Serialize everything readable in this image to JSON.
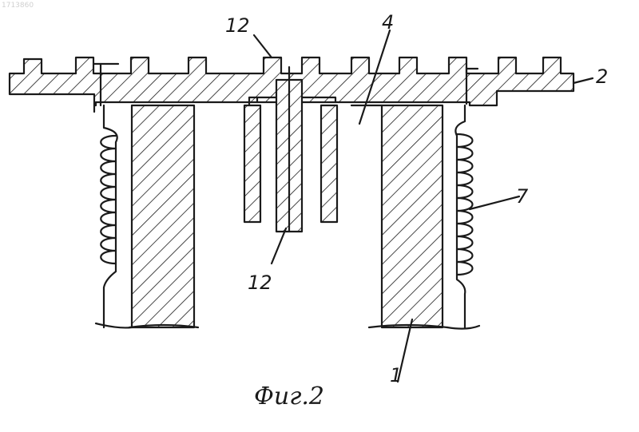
{
  "watermark": "1713860",
  "labels": {
    "top_left_12": "12",
    "top_4": "4",
    "right_2": "2",
    "right_7": "7",
    "bottom_12": "12",
    "bottom_1": "1"
  },
  "caption": "Фиг.2",
  "colors": {
    "ink": "#1a1a1a",
    "paper": "#ffffff"
  }
}
